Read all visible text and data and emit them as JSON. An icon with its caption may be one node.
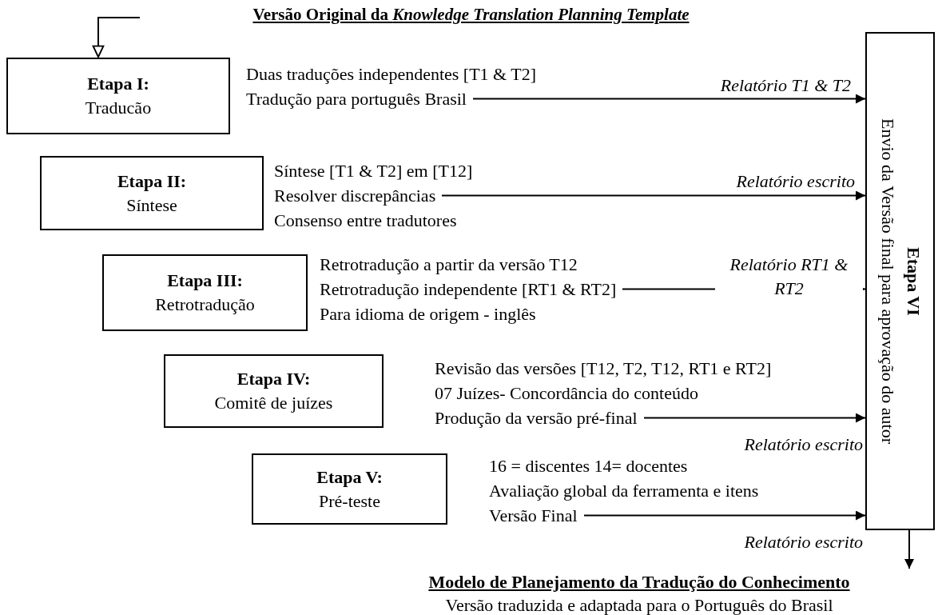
{
  "diagram": {
    "title": "Versão Original da *Knowledge Translation Planning Template*",
    "nodes": [
      {
        "text": [
          "Etapa I:",
          "Traducão"
        ]
      },
      {
        "text": [
          "Duas traduções independentes [T1 & T2]",
          "Tradução para português Brasil"
        ]
      },
      {
        "text": [
          "Etapa II:",
          "Síntese"
        ]
      },
      {
        "text": [
          "Síntese [T1 & T2] em [T12]",
          "Resolver discrepâncias",
          "Consenso entre tradutores"
        ]
      },
      {
        "text": [
          "Etapa III:",
          "Retrotradução"
        ]
      },
      {
        "text": [
          "Retrotradução a partir da versão T12",
          "Retrotradução independente [RT1 & RT2]",
          "Para idioma de origem - inglês"
        ]
      },
      {
        "text": [
          "Etapa IV:",
          "Comitê de juízes"
        ]
      },
      {
        "text": [
          "Revisão das versões [T12, T2, T12, RT1 e RT2]",
          "07 Juízes- Concordância do conteúdo",
          "Produção da versão pré-final"
        ]
      },
      {
        "text": [
          "Etapa V:",
          "Pré-teste"
        ]
      },
      {
        "text": [
          "16 = discentes 14= docentes",
          "Avaliação global da ferramenta e itens",
          "Versão Final"
        ]
      },
      {
        "text": [
          "Etapa VI",
          "Envio da Versão final para aprovação do autor"
        ]
      }
    ],
    "edges": [
      {
        "from": null,
        "to": 0,
        "arrow": "to"
      },
      {
        "from": 1,
        "to": 10,
        "arrow": "to",
        "label": "Relatório T1 & T2"
      },
      {
        "from": 3,
        "to": 10,
        "arrow": "to",
        "label": "Relatório escrito"
      },
      {
        "from": 5,
        "to": 10,
        "arrow": "to",
        "label": "Relatório RT1 & RT2"
      },
      {
        "from": 7,
        "to": 10,
        "arrow": "to",
        "label": "Relatório escrito"
      },
      {
        "from": 9,
        "to": 10,
        "arrow": "to",
        "label": "Relatório escrito"
      },
      {
        "from": 10,
        "to": null,
        "arrow": "to"
      }
    ],
    "labels": [
      "Modelo de Planejamento da Tradução do Conhecimento",
      "Versão traduzida e adaptada para o Português do Brasil"
    ]
  }
}
